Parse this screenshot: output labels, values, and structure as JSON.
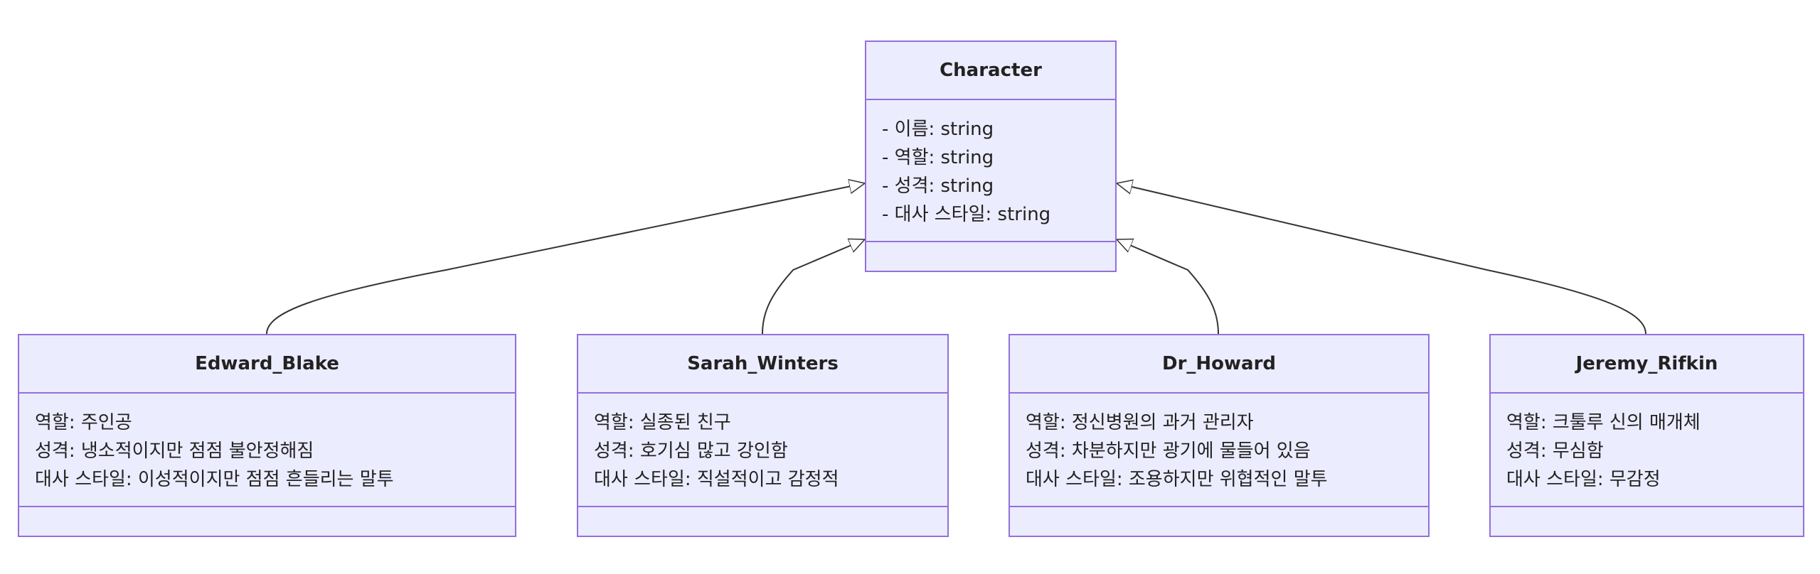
{
  "diagram": {
    "colors": {
      "box_fill": "#ececff",
      "box_border": "#9370db",
      "edge": "#333333",
      "text": "#222222"
    },
    "parent": {
      "name": "Character",
      "attributes": [
        "- 이름: string",
        "- 역할: string",
        "- 성격: string",
        "- 대사 스타일: string"
      ]
    },
    "children": [
      {
        "name": "Edward_Blake",
        "attributes": [
          "역할: 주인공",
          "성격: 냉소적이지만 점점 불안정해짐",
          "대사 스타일: 이성적이지만 점점 흔들리는 말투"
        ]
      },
      {
        "name": "Sarah_Winters",
        "attributes": [
          "역할: 실종된 친구",
          "성격: 호기심 많고 강인함",
          "대사 스타일: 직설적이고 감정적"
        ]
      },
      {
        "name": "Dr_Howard",
        "attributes": [
          "역할: 정신병원의 과거 관리자",
          "성격: 차분하지만 광기에 물들어 있음",
          "대사 스타일: 조용하지만 위협적인 말투"
        ]
      },
      {
        "name": "Jeremy_Rifkin",
        "attributes": [
          "역할: 크툴루 신의 매개체",
          "성격: 무심함",
          "대사 스타일: 무감정"
        ]
      }
    ]
  }
}
